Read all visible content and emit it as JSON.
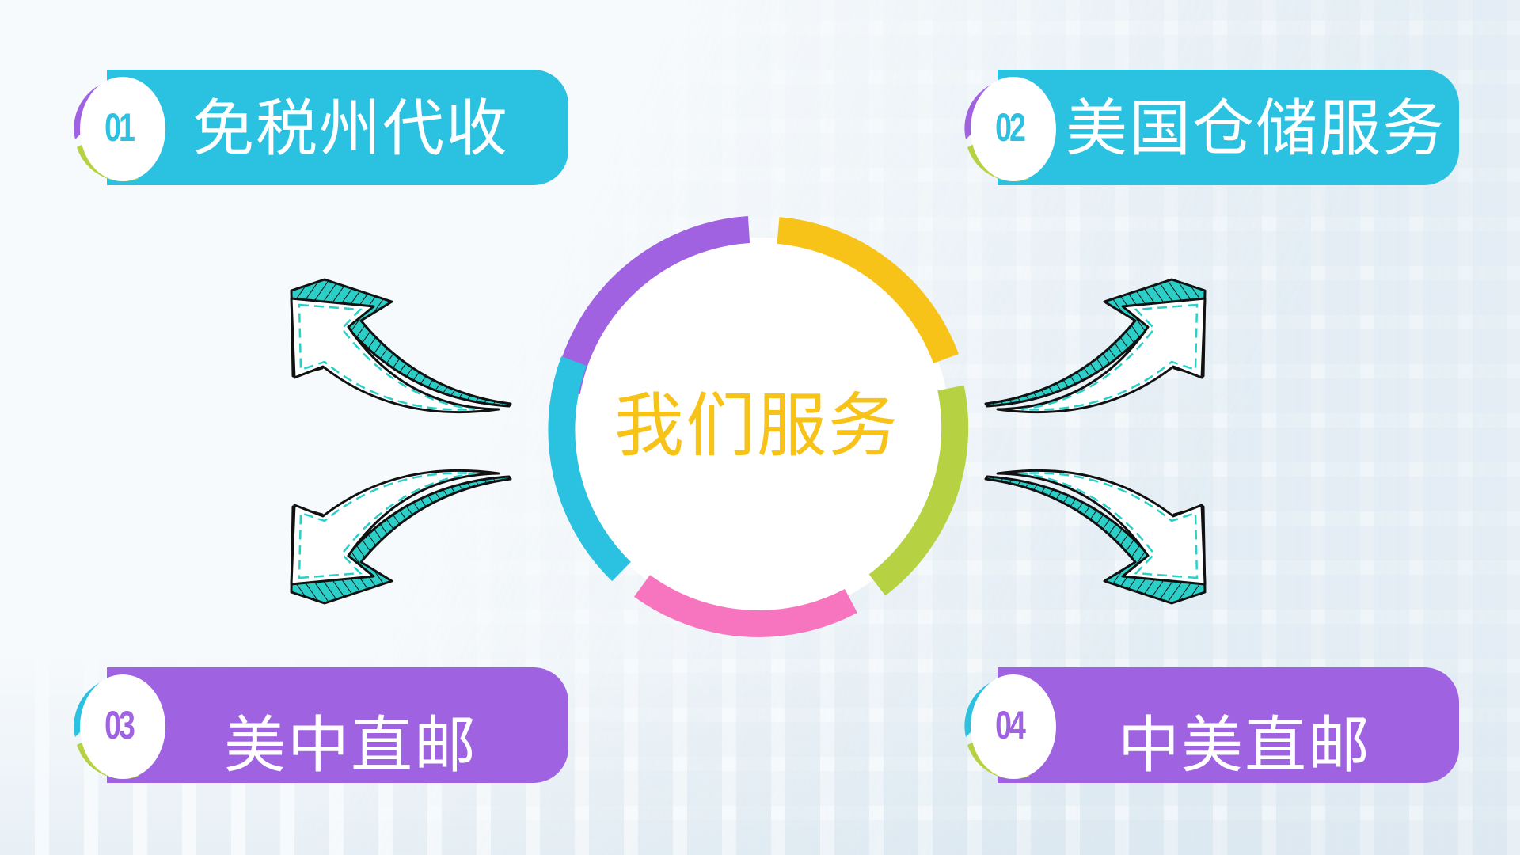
{
  "slide": {
    "center": {
      "title": "我们服务",
      "title_color": "#f8c318",
      "ring_segments": [
        {
          "name": "purple",
          "color": "#a062e0"
        },
        {
          "name": "yellow",
          "color": "#f8c318"
        },
        {
          "name": "green",
          "color": "#b6d141"
        },
        {
          "name": "pink",
          "color": "#f774be"
        },
        {
          "name": "cyan",
          "color": "#2bc1e0"
        }
      ]
    },
    "services": [
      {
        "number": "01",
        "label": "免税州代收",
        "color": "#2bc1e0"
      },
      {
        "number": "02",
        "label": "美国仓储服务",
        "color": "#2bc1e0"
      },
      {
        "number": "03",
        "label": "美中直邮",
        "color": "#9f62e0"
      },
      {
        "number": "04",
        "label": "中美直邮",
        "color": "#9f62e0"
      }
    ],
    "arrows": [
      {
        "direction": "up-left",
        "icon": "curved-arrow-icon"
      },
      {
        "direction": "down-left",
        "icon": "curved-arrow-icon"
      },
      {
        "direction": "up-right",
        "icon": "curved-arrow-icon"
      },
      {
        "direction": "down-right",
        "icon": "curved-arrow-icon"
      }
    ],
    "arrow_colors": {
      "fill": "#ffffff",
      "stripe": "#2ccfc8",
      "outline": "#111111"
    }
  }
}
